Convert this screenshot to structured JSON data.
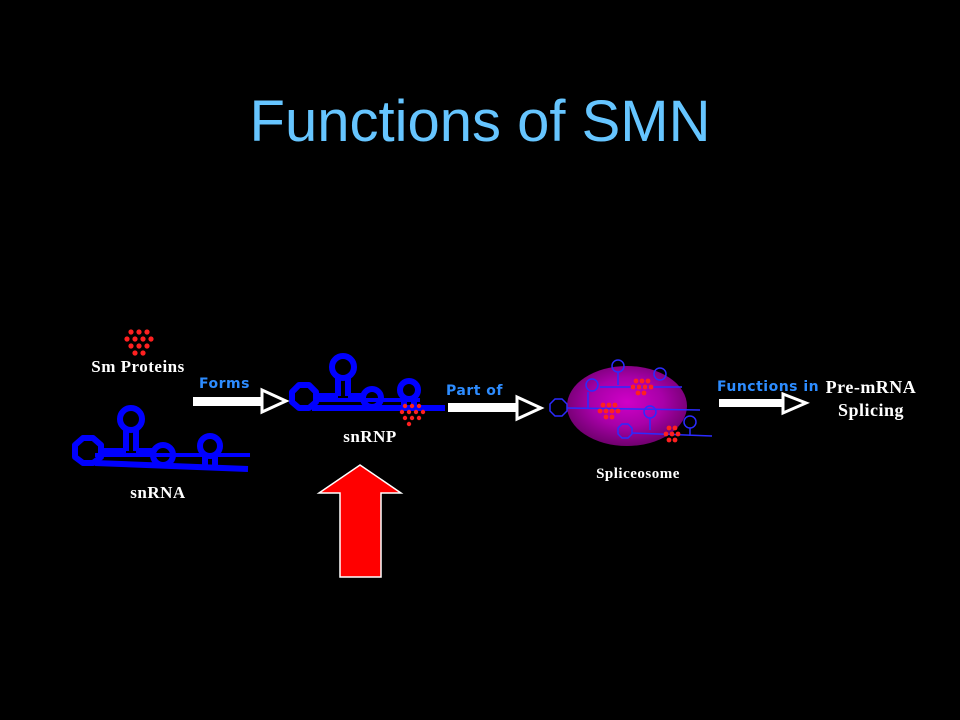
{
  "slide": {
    "title": "Functions of SMN",
    "labels": {
      "sm_proteins": "Sm Proteins",
      "snrna": "snRNA",
      "snrnp": "snRNP",
      "spliceosome": "Spliceosome",
      "pre_mrna": "Pre-mRNA Splicing"
    },
    "arrows": {
      "forms": "Forms",
      "part_of": "Part of",
      "functions_in": "Functions in"
    }
  },
  "colors": {
    "background": "#000000",
    "title": "#66c5ff",
    "rna": "#0000ff",
    "protein": "#ff2020",
    "spliceosome": "#b000b0",
    "arrow_label": "#2d8cff",
    "highlight_arrow": "#ff0000"
  }
}
